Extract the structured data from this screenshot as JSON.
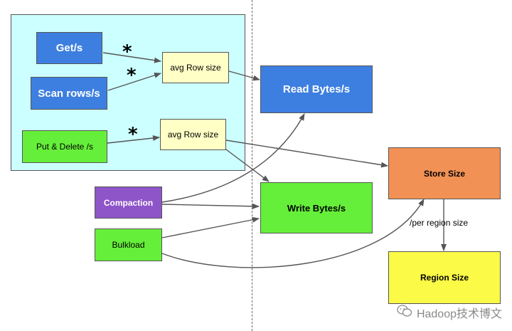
{
  "nodes": {
    "get": "Get/s",
    "scan": "Scan rows/s",
    "put_delete": "Put & Delete /s",
    "avg_row_top": "avg Row size",
    "avg_row_bottom": "avg Row size",
    "read_bytes": "Read Bytes/s",
    "write_bytes": "Write Bytes/s",
    "compaction": "Compaction",
    "bulkload": "Bulkload",
    "store_size": "Store Size",
    "region_size": "Region Size"
  },
  "multiply_symbol": "*",
  "edge_label": "/per region size",
  "watermark": "Hadoop技术博文",
  "colors": {
    "region_bg": "#ccffff",
    "blue": "#3d7fe0",
    "green": "#66ef3a",
    "yellow_light": "#ffffc6",
    "purple": "#8e55c9",
    "orange": "#f29155",
    "yellow": "#fbfb47"
  }
}
